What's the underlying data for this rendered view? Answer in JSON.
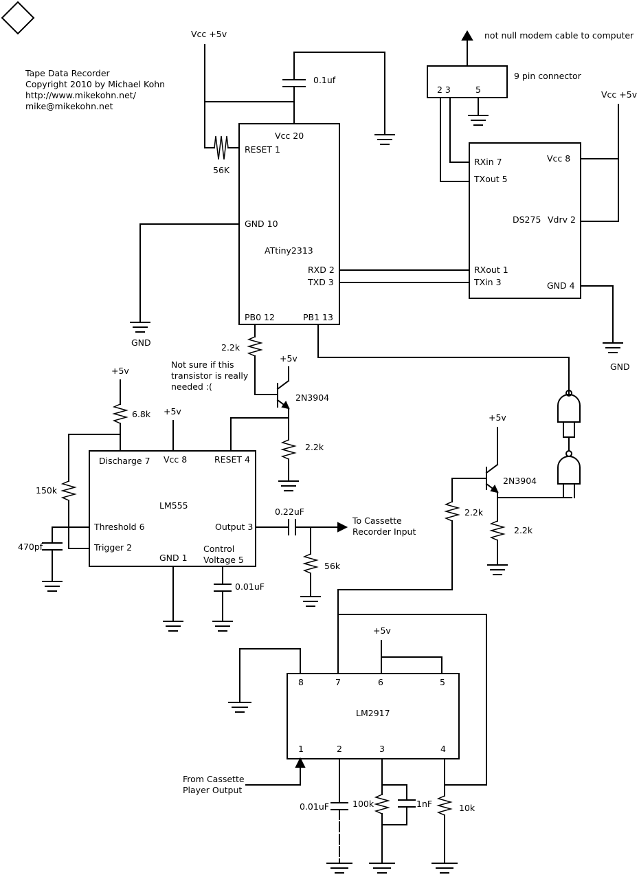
{
  "title_block": {
    "title": "Tape Data Recorder",
    "copyright": "Copyright 2010 by Michael Kohn",
    "url": "http://www.mikekohn.net/",
    "email": "mike@mikekohn.net"
  },
  "notes": {
    "cable": "not null modem cable to computer",
    "transistor_note_line1": "Not sure if this",
    "transistor_note_line2": "transistor is really",
    "transistor_note_line3": "needed :(",
    "to_cassette_line1": "To Cassette",
    "to_cassette_line2": "Recorder Input",
    "from_cassette_line1": "From Cassette",
    "from_cassette_line2": "Player Output"
  },
  "power": {
    "vcc5v": "Vcc +5v",
    "plus5v": "+5v",
    "gnd": "GND"
  },
  "attiny": {
    "name": "ATtiny2313",
    "vcc": "Vcc 20",
    "reset": "RESET 1",
    "gnd": "GND 10",
    "rxd": "RXD 2",
    "txd": "TXD 3",
    "pb0": "PB0 12",
    "pb1": "PB1 13"
  },
  "connector": {
    "name": "9 pin connector",
    "pins_23": "2 3",
    "pin5": "5"
  },
  "ds275": {
    "name": "DS275",
    "rxin": "RXin 7",
    "txout": "TXout 5",
    "vcc": "Vcc 8",
    "vdrv": "Vdrv 2",
    "rxout": "RXout 1",
    "txin": "TXin 3",
    "gnd": "GND 4"
  },
  "lm555": {
    "name": "LM555",
    "discharge": "Discharge 7",
    "vcc": "Vcc 8",
    "reset": "RESET 4",
    "threshold": "Threshold 6",
    "trigger": "Trigger 2",
    "gnd": "GND 1",
    "output": "Output 3",
    "control1": "Control",
    "control2": "Voltage 5"
  },
  "lm2917": {
    "name": "LM2917",
    "pin8": "8",
    "pin7": "7",
    "pin6": "6",
    "pin5": "5",
    "pin1": "1",
    "pin2": "2",
    "pin3": "3",
    "pin4": "4"
  },
  "components": {
    "c_01uf": "0.1uf",
    "r_56k_reset": "56K",
    "r_22k_pb0": "2.2k",
    "q1": "2N3904",
    "r_22k_q1": "2.2k",
    "r_68k": "6.8k",
    "r_150k": "150k",
    "c_470pf": "470pf",
    "c_001uf_ctrl": "0.01uF",
    "c_022uf": "0.22uF",
    "r_56k_out": "56k",
    "q2": "2N3904",
    "r_22k_q2b": "2.2k",
    "r_22k_q2e": "2.2k",
    "c_001uf_2917": "0.01uF",
    "r_100k": "100k",
    "c_1nf": "1nF",
    "r_10k": "10k"
  }
}
